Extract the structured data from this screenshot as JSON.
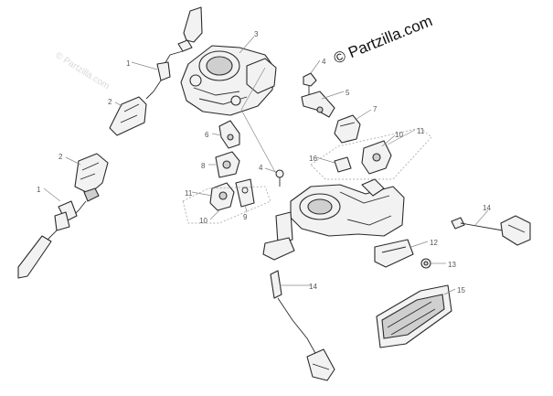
{
  "watermark": {
    "brand": "© Partzilla.com",
    "faint": "© Partzilla.com"
  },
  "callouts": [
    "1",
    "2",
    "3",
    "4",
    "5",
    "6",
    "7",
    "8",
    "9",
    "10",
    "11",
    "12",
    "13",
    "14",
    "15"
  ]
}
